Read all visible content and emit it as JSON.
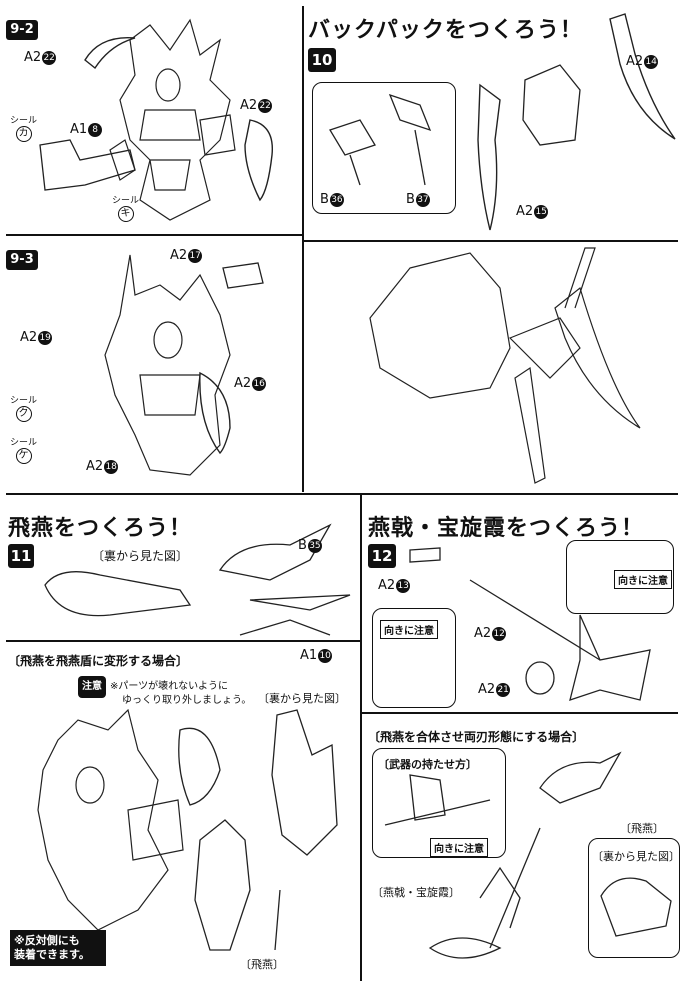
{
  "panels": {
    "p9_2": {
      "step": "9-2",
      "parts": {
        "a2_22_top": {
          "prefix": "A2",
          "num": "22"
        },
        "a2_22_right": {
          "prefix": "A2",
          "num": "22"
        },
        "a1_8": {
          "prefix": "A1",
          "num": "8"
        }
      },
      "seal_ka": {
        "label": "シール",
        "char": "カ"
      },
      "seal_ki": {
        "label": "シール",
        "char": "キ"
      }
    },
    "p9_3": {
      "step": "9-3",
      "parts": {
        "a2_17": {
          "prefix": "A2",
          "num": "17"
        },
        "a2_19": {
          "prefix": "A2",
          "num": "19"
        },
        "a2_16": {
          "prefix": "A2",
          "num": "16"
        },
        "a2_18": {
          "prefix": "A2",
          "num": "18"
        }
      },
      "seal_ku": {
        "label": "シール",
        "char": "ク"
      },
      "seal_ke": {
        "label": "シール",
        "char": "ケ"
      }
    },
    "p10": {
      "title": "バックパックをつくろう！",
      "step": "10",
      "parts": {
        "a2_14": {
          "prefix": "A2",
          "num": "14"
        },
        "a2_15": {
          "prefix": "A2",
          "num": "15"
        },
        "b_36": {
          "prefix": "B",
          "num": "36"
        },
        "b_37": {
          "prefix": "B",
          "num": "37"
        }
      }
    },
    "p11": {
      "title": "飛燕をつくろう！",
      "step": "11",
      "back_view": "〔裏から見た図〕",
      "parts": {
        "b_35": {
          "prefix": "B",
          "num": "35"
        },
        "a1_10": {
          "prefix": "A1",
          "num": "10"
        }
      }
    },
    "p12": {
      "title": "燕戟・宝旋霞をつくろう！",
      "step": "12",
      "notice": "向きに注意",
      "notice2": "向きに注意",
      "parts": {
        "a2_13": {
          "prefix": "A2",
          "num": "13"
        },
        "a2_12": {
          "prefix": "A2",
          "num": "12"
        },
        "a2_21": {
          "prefix": "A2",
          "num": "21"
        }
      }
    },
    "transform": {
      "title": "〔飛燕を飛燕盾に変形する場合〕",
      "caution_badge": "注意",
      "caution_line1": "※パーツが壊れないように",
      "caution_line2": "ゆっくり取り外しましょう。",
      "back_view": "〔裏から見た図〕",
      "hien_label": "〔飛燕〕",
      "note_line1": "※反対側にも",
      "note_line2": "装着できます。"
    },
    "combine": {
      "title": "〔飛燕を合体させ両刃形態にする場合〕",
      "hold_title": "〔武器の持たせ方〕",
      "notice": "向きに注意",
      "hien_label": "〔飛燕〕",
      "back_view": "〔裏から見た図〕",
      "weapon_label": "〔燕戟・宝旋霞〕"
    }
  }
}
